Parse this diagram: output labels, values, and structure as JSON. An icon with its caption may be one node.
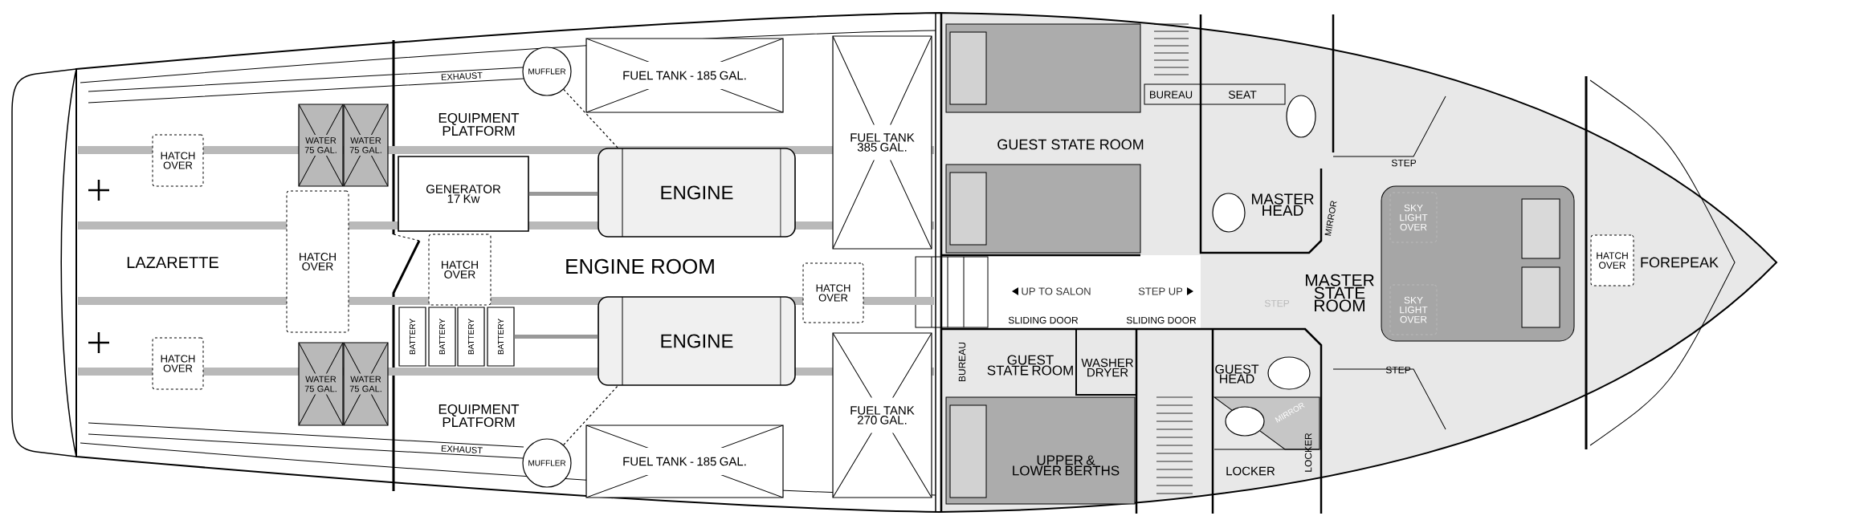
{
  "diagram": {
    "nodes": [
      {
        "text": [
          "WATER 75 GAL."
        ]
      },
      {
        "text": [
          "WATER 75 GAL."
        ]
      },
      {
        "text": [
          "HATCH OVER"
        ]
      },
      {
        "text": [
          "HATCH OVER"
        ]
      },
      {
        "text": [
          "HATCH OVER"
        ]
      },
      {
        "text": [
          "GENERATOR 17 Kw"
        ]
      },
      {
        "text": [
          "MUFFLER"
        ]
      },
      {
        "text": [
          "FUEL TANK - 185 GAL."
        ]
      },
      {
        "text": [
          "ENGINE"
        ]
      },
      {
        "text": [
          "FUEL TANK 385 GAL."
        ]
      },
      {
        "text": [
          "HATCH OVER"
        ]
      },
      {
        "text": [
          "BATTERY"
        ]
      },
      {
        "text": [
          "BATTERY"
        ]
      },
      {
        "text": [
          "BATTERY"
        ]
      },
      {
        "text": [
          "BATTERY"
        ]
      },
      {
        "text": [
          "ENGINE"
        ]
      },
      {
        "text": [
          "WATER 75 GAL."
        ]
      },
      {
        "text": [
          "WATER 75 GAL."
        ]
      },
      {
        "text": [
          "HATCH OVER"
        ]
      },
      {
        "text": [
          "MUFFLER"
        ]
      },
      {
        "text": [
          "FUEL TANK - 185 GAL."
        ]
      },
      {
        "text": [
          "FUEL TANK 270 GAL."
        ]
      },
      {
        "text": [
          "SKY LIGHT OVER"
        ]
      },
      {
        "text": [
          "SKY LIGHT OVER"
        ]
      },
      {
        "text": [
          "HATCH OVER"
        ]
      }
    ],
    "edges": [
      {
        "from": 6,
        "to": 8,
        "arrow": "none",
        "style": "dashed"
      },
      {
        "from": 19,
        "to": 15,
        "arrow": "none",
        "style": "dashed"
      },
      {
        "from": 5,
        "to": 8,
        "arrow": "none",
        "style": "thick",
        "color": "#999999"
      },
      {
        "from": 14,
        "to": 15,
        "arrow": "none",
        "style": "thick",
        "color": "#999999"
      }
    ],
    "labels": [
      "EXHAUST",
      "EQUIPMENT PLATFORM",
      "LAZARETTE",
      "ENGINE ROOM",
      "EQUIPMENT PLATFORM",
      "EXHAUST",
      "BUREAU",
      "SEAT",
      "GUEST STATE ROOM",
      "MASTER HEAD",
      "MIRROR",
      "UP TO SALON",
      "STEP UP",
      "MASTER STATE ROOM",
      "STEP",
      "STEP",
      "STEP",
      "SLIDING DOOR",
      "SLIDING DOOR",
      "BUREAU",
      "GUEST STATE ROOM",
      "WASHER DRYER",
      "GUEST HEAD",
      "MIRROR",
      "UPPER & LOWER BERTHS",
      "LOCKER",
      "LOCKER",
      "FOREPEAK"
    ]
  }
}
